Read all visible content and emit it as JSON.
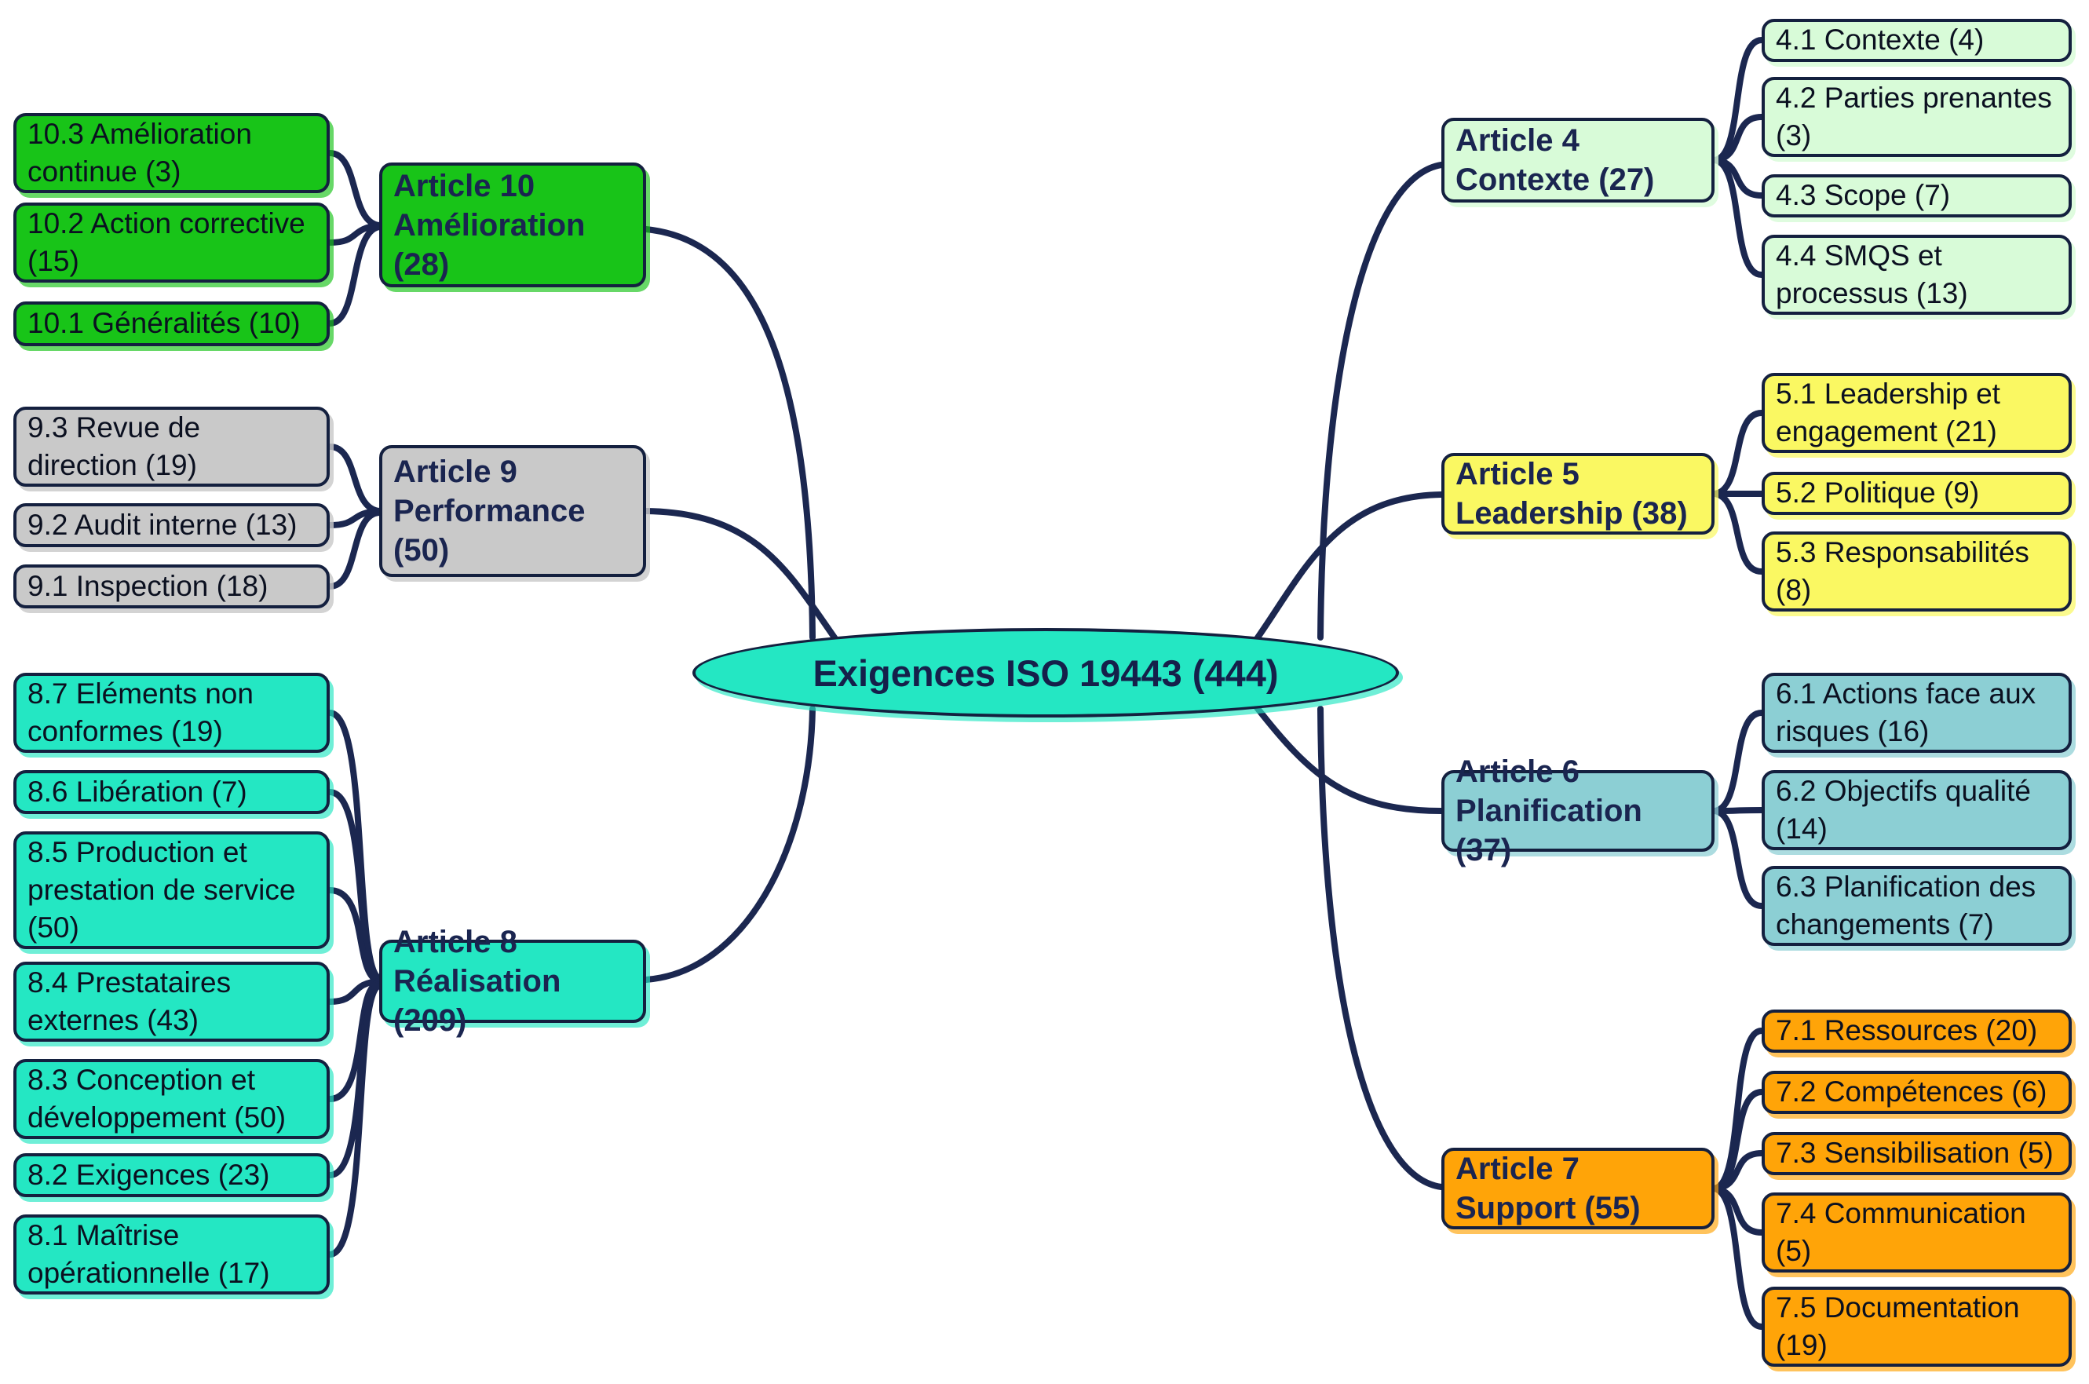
{
  "root": {
    "label": "Exigences ISO 19443 (444)",
    "color": "#24e7c3"
  },
  "connector_color": "#1b2750",
  "branches": [
    {
      "id": "article-4",
      "label": "Article 4\nContexte (27)",
      "color": "#d8fbd8",
      "children": [
        {
          "label": "4.1 Contexte (4)"
        },
        {
          "label": "4.2 Parties prenantes (3)"
        },
        {
          "label": "4.3 Scope (7)"
        },
        {
          "label": "4.4 SMQS et processus (13)"
        }
      ]
    },
    {
      "id": "article-5",
      "label": "Article 5\nLeadership (38)",
      "color": "#faf862",
      "children": [
        {
          "label": "5.1 Leadership et engagement (21)"
        },
        {
          "label": "5.2 Politique (9)"
        },
        {
          "label": "5.3 Responsabilités (8)"
        }
      ]
    },
    {
      "id": "article-6",
      "label": "Article 6\nPlanification (37)",
      "color": "#8ccfd4",
      "children": [
        {
          "label": "6.1 Actions face aux risques (16)"
        },
        {
          "label": "6.2 Objectifs qualité (14)"
        },
        {
          "label": "6.3 Planification des changements (7)"
        }
      ]
    },
    {
      "id": "article-7",
      "label": "Article 7\nSupport (55)",
      "color": "#ffa408",
      "children": [
        {
          "label": "7.1 Ressources (20)"
        },
        {
          "label": "7.2 Compétences (6)"
        },
        {
          "label": "7.3 Sensibilisation (5)"
        },
        {
          "label": "7.4 Communication (5)"
        },
        {
          "label": "7.5 Documentation (19)"
        }
      ]
    },
    {
      "id": "article-10",
      "label": "Article 10\nAmélioration\n(28)",
      "color": "#18c418",
      "children": [
        {
          "label": "10.3 Amélioration continue (3)"
        },
        {
          "label": "10.2 Action corrective (15)"
        },
        {
          "label": "10.1 Généralités (10)"
        }
      ]
    },
    {
      "id": "article-9",
      "label": "Article 9\nPerformance\n(50)",
      "color": "#c9c9c9",
      "children": [
        {
          "label": "9.3 Revue de direction (19)"
        },
        {
          "label": "9.2 Audit interne (13)"
        },
        {
          "label": "9.1 Inspection (18)"
        }
      ]
    },
    {
      "id": "article-8",
      "label": "Article 8\nRéalisation (209)",
      "color": "#24e7c3",
      "children": [
        {
          "label": "8.7 Eléments non conformes (19)"
        },
        {
          "label": "8.6 Libération (7)"
        },
        {
          "label": "8.5 Production et prestation de service (50)"
        },
        {
          "label": "8.4 Prestataires externes (43)"
        },
        {
          "label": "8.3 Conception et développement (50)"
        },
        {
          "label": "8.2 Exigences (23)"
        },
        {
          "label": "8.1 Maîtrise opérationnelle (17)"
        }
      ]
    }
  ]
}
